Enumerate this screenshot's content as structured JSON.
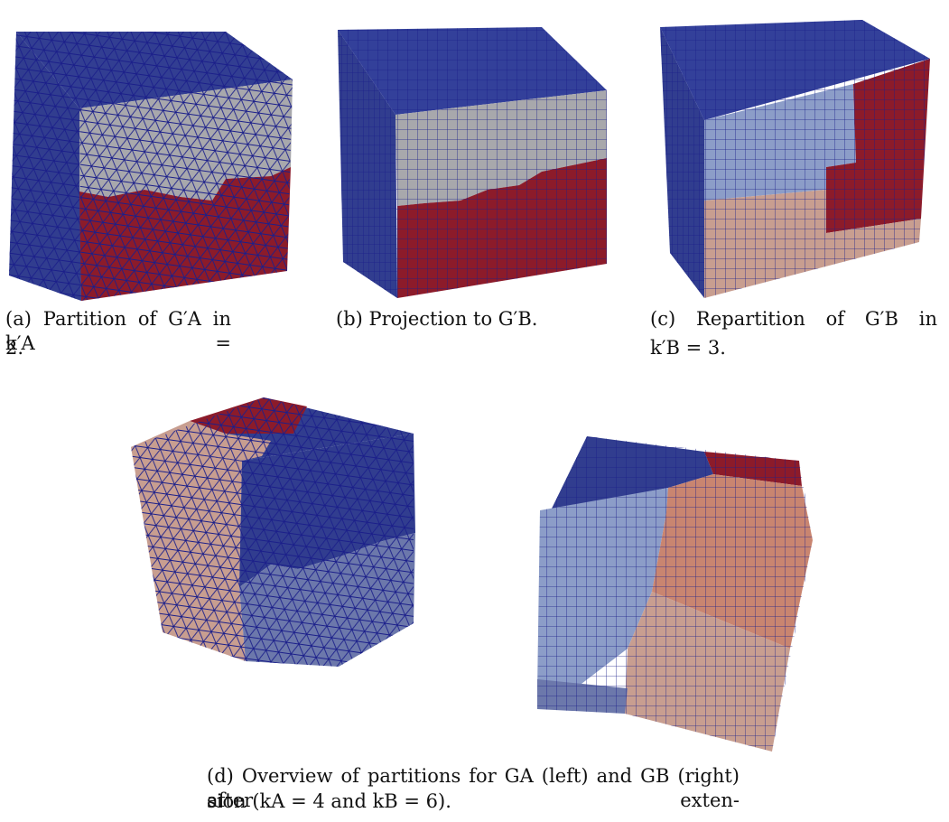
{
  "captions": {
    "a": {
      "line1": "(a) Partition of G′A in k′A =",
      "line2": "2."
    },
    "b": {
      "line1": "(b) Projection to G′B."
    },
    "c": {
      "line1": "(c) Repartition of G′B in",
      "line2": "k′B = 3."
    },
    "d": {
      "line1": "(d) Overview of partitions for GA (left) and GB (right) after exten-",
      "line2": "sion (kA = 4 and kB = 6)."
    }
  },
  "colors": {
    "blue": "#313d8f",
    "grey": "#a8a8ac",
    "red": "#8c1b2a",
    "lightblue": "#8c9dc8",
    "peach": "#c89e90",
    "salmon": "#c98570",
    "bluegrey": "#6c78ab",
    "wire": "#1b1f8a"
  }
}
